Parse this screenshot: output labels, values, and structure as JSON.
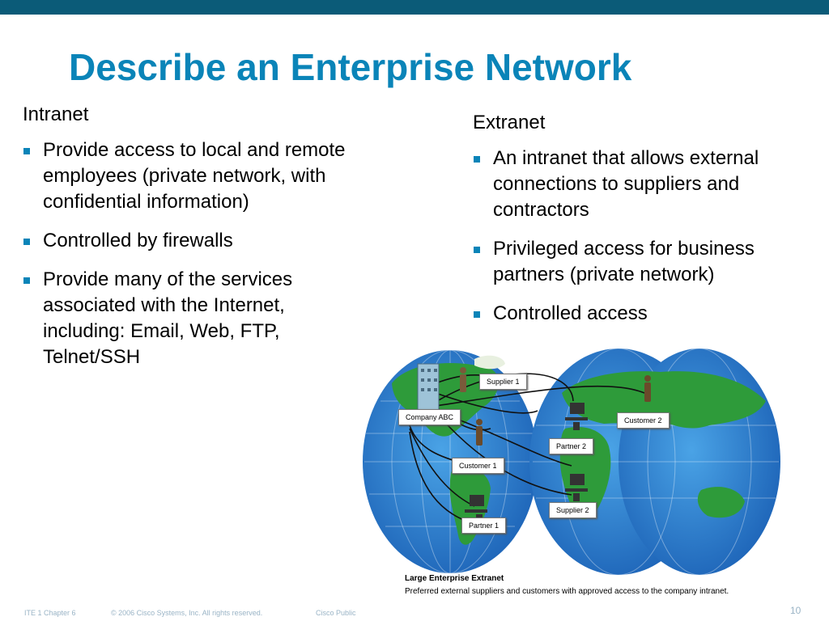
{
  "slide": {
    "title": "Describe an Enterprise Network",
    "left": {
      "heading": "Intranet",
      "bullets": [
        "Provide access to local and remote employees (private network, with confidential information)",
        "Controlled by firewalls",
        "Provide many of the services associated with the Internet, including: Email, Web, FTP, Telnet/SSH"
      ]
    },
    "right": {
      "heading": "Extranet",
      "bullets": [
        "An intranet that allows external connections to suppliers and contractors",
        "Privileged access for business partners (private network)",
        "Controlled access"
      ]
    }
  },
  "figure": {
    "labels": {
      "supplier1": "Supplier 1",
      "company_abc": "Company ABC",
      "customer2": "Customer 2",
      "partner2": "Partner 2",
      "customer1": "Customer 1",
      "supplier2": "Supplier 2",
      "partner1": "Partner 1"
    },
    "caption_title": "Large Enterprise Extranet",
    "caption_text": "Preferred external suppliers and customers with approved access to the company intranet."
  },
  "footer": {
    "chapter": "ITE 1 Chapter 6",
    "copyright": "© 2006 Cisco Systems, Inc. All rights reserved.",
    "classification": "Cisco Public",
    "page_number": "10"
  },
  "colors": {
    "accent": "#0a84b8",
    "top_bar": "#0b5b78",
    "ocean": "#1f73c8",
    "land": "#2e9b3a",
    "footer_text": "#9ab4c6"
  }
}
